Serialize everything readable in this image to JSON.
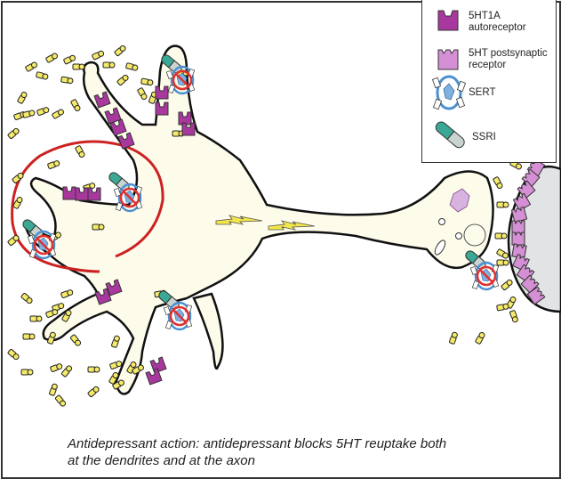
{
  "legend": {
    "items": [
      {
        "icon": "5ht1a-autoreceptor-icon",
        "label": "5HT1A\nautoreceptor",
        "color": "#A8389E"
      },
      {
        "icon": "5ht-postsynaptic-receptor-icon",
        "label": "5HT postsynaptic\nreceptor",
        "color": "#D58FD4"
      },
      {
        "icon": "sert-icon",
        "label": "SERT",
        "color": "#4A90D0"
      },
      {
        "icon": "ssri-icon",
        "label": "SSRI",
        "color": "#3BA895"
      }
    ]
  },
  "caption": "Antidepressant action: antidepressant blocks 5HT reuptake both\nat the dendrites and at the axon",
  "colors": {
    "neuron_fill": "#FDFBEA",
    "neuron_stroke": "#111111",
    "serotonin": "#F5EA6A",
    "autoreceptor": "#A8389E",
    "postsynaptic_receptor": "#D58FD4",
    "sert_ring": "#4A90D0",
    "ssri_cap": "#3BA895",
    "ssri_body": "#C9D3CF",
    "block_sign": "#E03030",
    "highlight_ellipse": "#CC2222",
    "postsynaptic_cell": "#E2E3E5",
    "impulse": "#F3E64A"
  }
}
